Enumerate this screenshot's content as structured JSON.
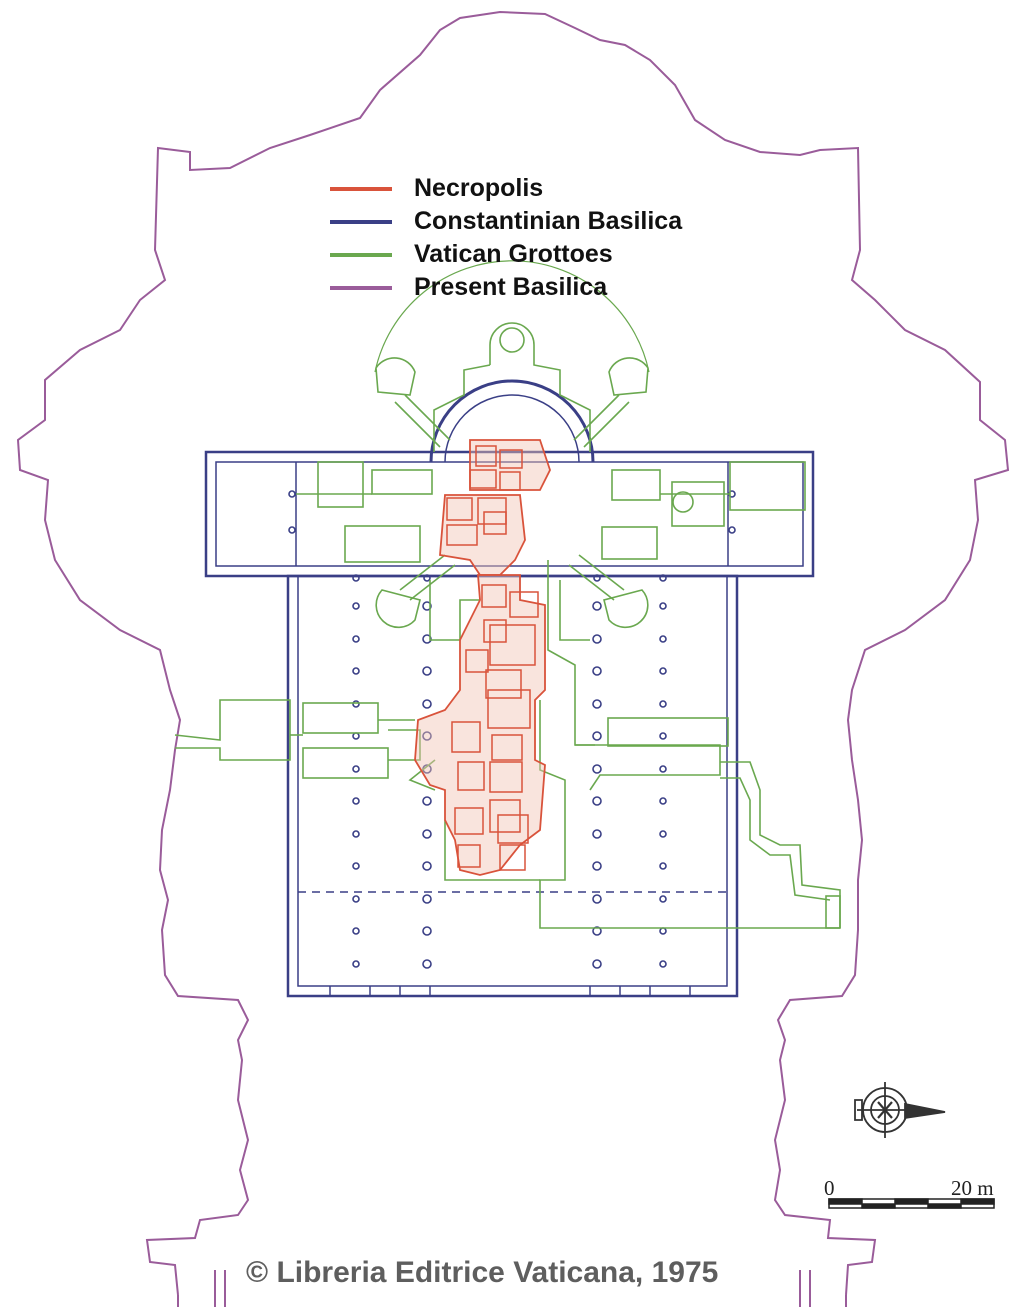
{
  "legend": [
    {
      "label": "Necropolis",
      "color": "#d9533b"
    },
    {
      "label": "Constantinian Basilica",
      "color": "#3a3f86"
    },
    {
      "label": "Vatican Grottoes",
      "color": "#6aa84f"
    },
    {
      "label": "Present Basilica",
      "color": "#9a5c9a"
    }
  ],
  "scale": {
    "zero": "0",
    "end": "20 m"
  },
  "compass": {
    "icon": "north-arrow-icon"
  },
  "copyright": "© Libreria Editrice Vaticana, 1975",
  "colors": {
    "necropolis": "#d9533b",
    "necropolis_fill": "#f2c4b4",
    "constantinian": "#3a3f86",
    "grottoes": "#6aa84f",
    "present": "#9a5c9a"
  }
}
